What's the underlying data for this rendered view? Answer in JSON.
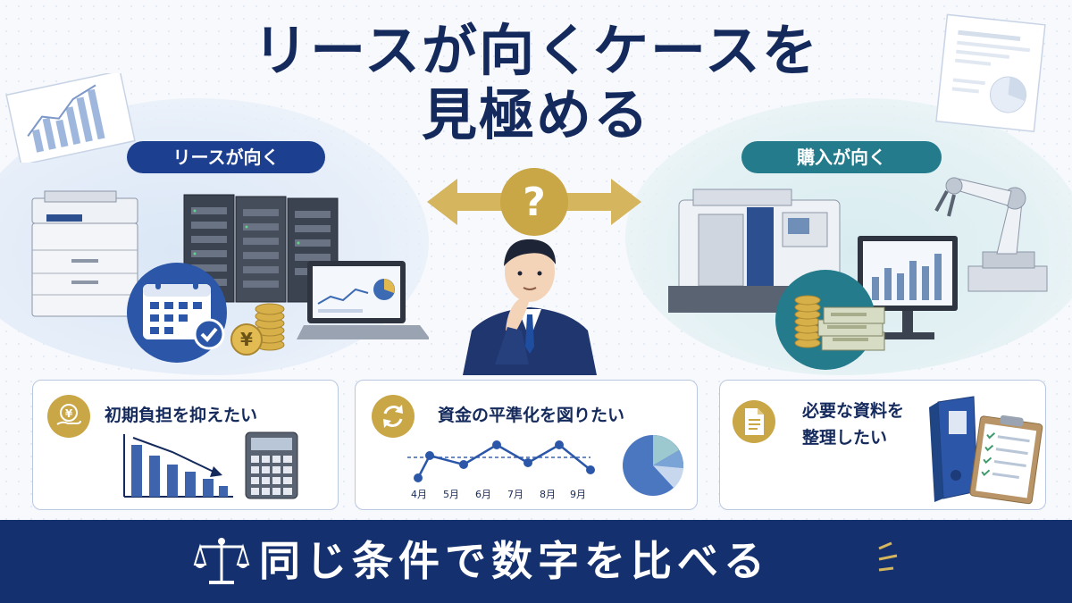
{
  "title": {
    "line1": "リースが向くケースを",
    "line2": "見極める"
  },
  "labels": {
    "lease_suited": "リースが向く",
    "purchase_suited": "購入が向く"
  },
  "cards": [
    {
      "text": "初期負担を抑えたい",
      "icon": "yen-hand-icon"
    },
    {
      "text": "資金の平準化を図りたい",
      "icon": "refresh-icon",
      "months": [
        "4月",
        "5月",
        "6月",
        "7月",
        "8月",
        "9月"
      ]
    },
    {
      "text_line1": "必要な資料を",
      "text_line2": "整理したい",
      "icon": "document-icon"
    }
  ],
  "footer": {
    "text": "同じ条件で数字を比べる",
    "icon": "scale-icon"
  },
  "colors": {
    "navy": "#14306e",
    "title": "#152a5c",
    "gold": "#c9a646",
    "teal": "#247b8b",
    "lease_pill": "#1d3f8f"
  }
}
